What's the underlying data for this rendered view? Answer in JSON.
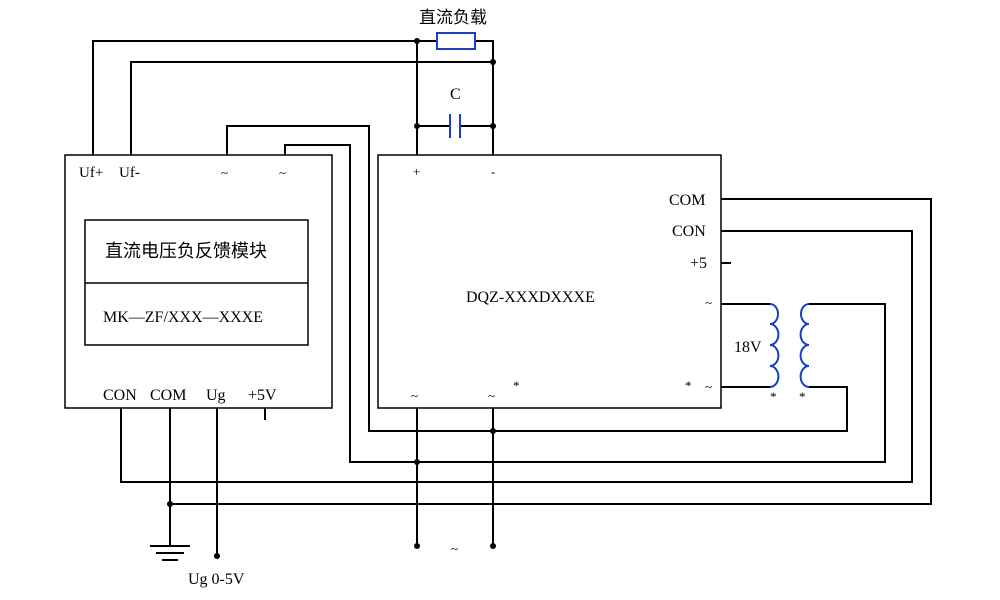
{
  "feedback_module": {
    "title": "直流电压负反馈模块",
    "model": "MK—ZF/XXX—XXXE",
    "pins_top": {
      "uf_plus": "Uf+",
      "uf_minus": "Uf-",
      "ac1": "~",
      "ac2": "~"
    },
    "pins_bottom": {
      "con": "CON",
      "com": "COM",
      "ug": "Ug",
      "plus5v": "+5V"
    }
  },
  "main_module": {
    "model": "DQZ-XXXDXXXE",
    "pins_top": {
      "plus": "+",
      "minus": "-"
    },
    "pins_right": {
      "com": "COM",
      "con": "CON",
      "plus5": "+5",
      "ac_top": "~",
      "ac_bottom": "~"
    },
    "pins_bottom": {
      "ac1": "~",
      "ac2": "~"
    },
    "marks": {
      "star_bottom": "*",
      "star_right": "*"
    }
  },
  "load": {
    "label": "直流负载"
  },
  "capacitor": {
    "label": "C"
  },
  "transformer": {
    "label": "18V",
    "star_left": "*",
    "star_right": "*"
  },
  "ac_input": {
    "label": "~"
  },
  "ug_input": {
    "label": "Ug 0-5V"
  },
  "colors": {
    "wire": "#000000",
    "component": "#1a3fc0"
  }
}
